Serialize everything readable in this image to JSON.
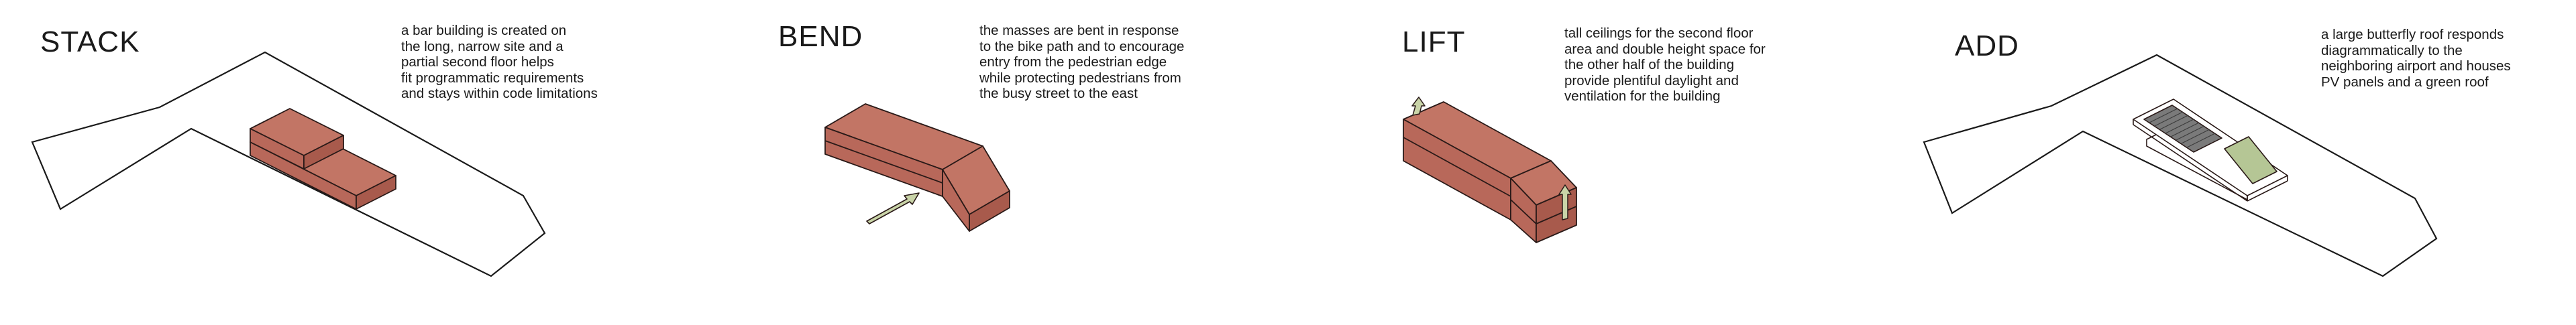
{
  "panels": [
    {
      "title": "STACK",
      "lines": [
        "a bar building is created on",
        "the long, narrow site and a",
        "partial second floor helps",
        "fit programmatic requirements",
        "and stays within code limitations"
      ]
    },
    {
      "title": "BEND",
      "lines": [
        "the masses are bent in response",
        "to the bike path and to encourage",
        "entry from the pedestrian edge",
        "while protecting pedestrians from",
        "the busy street to the east"
      ]
    },
    {
      "title": "LIFT",
      "lines": [
        "tall ceilings for the second floor",
        "area and double height space for",
        "the other half of the building",
        "provide plentiful daylight and",
        "ventilation for the building"
      ]
    },
    {
      "title": "ADD",
      "lines": [
        "a large butterfly roof responds",
        "diagrammatically to the",
        "neighboring airport and houses",
        "PV panels and a green roof"
      ]
    }
  ],
  "colors": {
    "mass_top": "#c27565",
    "mass_side": "#b8685a",
    "mass_dark": "#a85a4c",
    "outline": "#2a1a18",
    "arrow": "#c9d4a8",
    "green_roof": "#b5c695",
    "pv": "#7a7a7a"
  }
}
